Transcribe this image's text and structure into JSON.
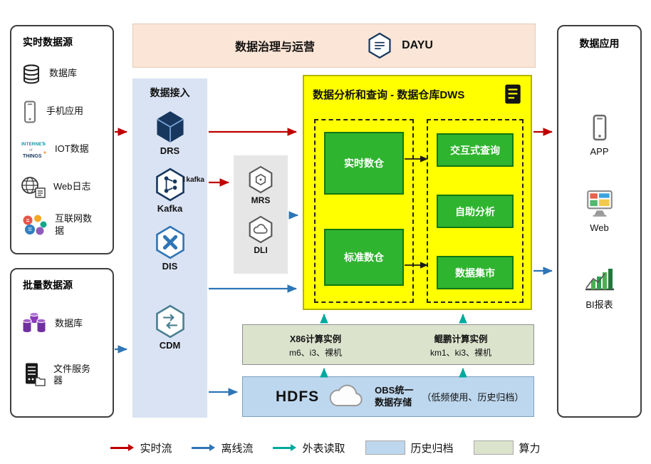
{
  "banner": {
    "title": "数据治理与运营",
    "logo_text": "DAYU"
  },
  "realtime_sources": {
    "title": "实时数据源",
    "items": [
      {
        "icon": "database-icon",
        "label": "数据库"
      },
      {
        "icon": "phone-icon",
        "label": "手机应用"
      },
      {
        "icon": "iot-icon",
        "label": "IOT数据",
        "icon_words": {
          "w1": "INTERNET",
          "w2": "of",
          "w3": "THINGS"
        }
      },
      {
        "icon": "globe-icon",
        "label": "Web日志"
      },
      {
        "icon": "bubbles-icon",
        "label": "互联网数据"
      }
    ]
  },
  "batch_sources": {
    "title": "批量数据源",
    "items": [
      {
        "icon": "database-cluster-icon",
        "label": "数据库"
      },
      {
        "icon": "file-server-icon",
        "label": "文件服务器"
      }
    ]
  },
  "ingestion": {
    "title": "数据接入",
    "items": [
      {
        "icon": "drs-hexagon-icon",
        "label": "DRS"
      },
      {
        "icon": "kafka-hexagon-icon",
        "label": "Kafka",
        "logo_text": "kafka"
      },
      {
        "icon": "dis-hexagon-icon",
        "label": "DIS"
      },
      {
        "icon": "cdm-hexagon-icon",
        "label": "CDM"
      }
    ]
  },
  "processing": {
    "items": [
      {
        "icon": "mrs-hexagon-icon",
        "label": "MRS"
      },
      {
        "icon": "dli-hexagon-icon",
        "label": "DLI"
      }
    ]
  },
  "dws": {
    "title": "数据分析和查询 - 数据仓库DWS",
    "left_boxes": [
      {
        "label": "实时数仓"
      },
      {
        "label": "标准数仓"
      }
    ],
    "right_boxes": [
      {
        "label": "交互式查询"
      },
      {
        "label": "自助分析"
      },
      {
        "label": "数据集市"
      }
    ]
  },
  "compute": {
    "left": {
      "title": "X86计算实例",
      "subtitle": "m6、i3、裸机"
    },
    "right": {
      "title": "鲲鹏计算实例",
      "subtitle": "km1、ki3、裸机"
    }
  },
  "storage": {
    "hdfs_label": "HDFS",
    "obs_line1": "OBS统一",
    "obs_line2": "数据存储",
    "note": "（低频使用、历史归档）"
  },
  "applications": {
    "title": "数据应用",
    "items": [
      {
        "icon": "phone-icon",
        "label": "APP"
      },
      {
        "icon": "monitor-icon",
        "label": "Web"
      },
      {
        "icon": "bar-chart-icon",
        "label": "BI报表"
      }
    ]
  },
  "legend": {
    "items": [
      {
        "type": "arrow",
        "label": "实时流",
        "color": "#c00000"
      },
      {
        "type": "arrow",
        "label": "离线流",
        "color": "#2e75b6"
      },
      {
        "type": "arrow",
        "label": "外表读取",
        "color": "#00a99d"
      },
      {
        "type": "swatch",
        "label": "历史归档",
        "color": "#bdd7ee"
      },
      {
        "type": "swatch",
        "label": "算力",
        "color": "#dce3cd"
      }
    ]
  },
  "colors": {
    "banner_bg": "#fbe5d6",
    "ingest_bg": "#dae3f3",
    "processing_bg": "#e7e6e6",
    "dws_bg": "#ffff00",
    "warehouse_green": "#2fb42f",
    "compute_bg": "#dce3cd",
    "storage_bg": "#bdd7ee"
  }
}
